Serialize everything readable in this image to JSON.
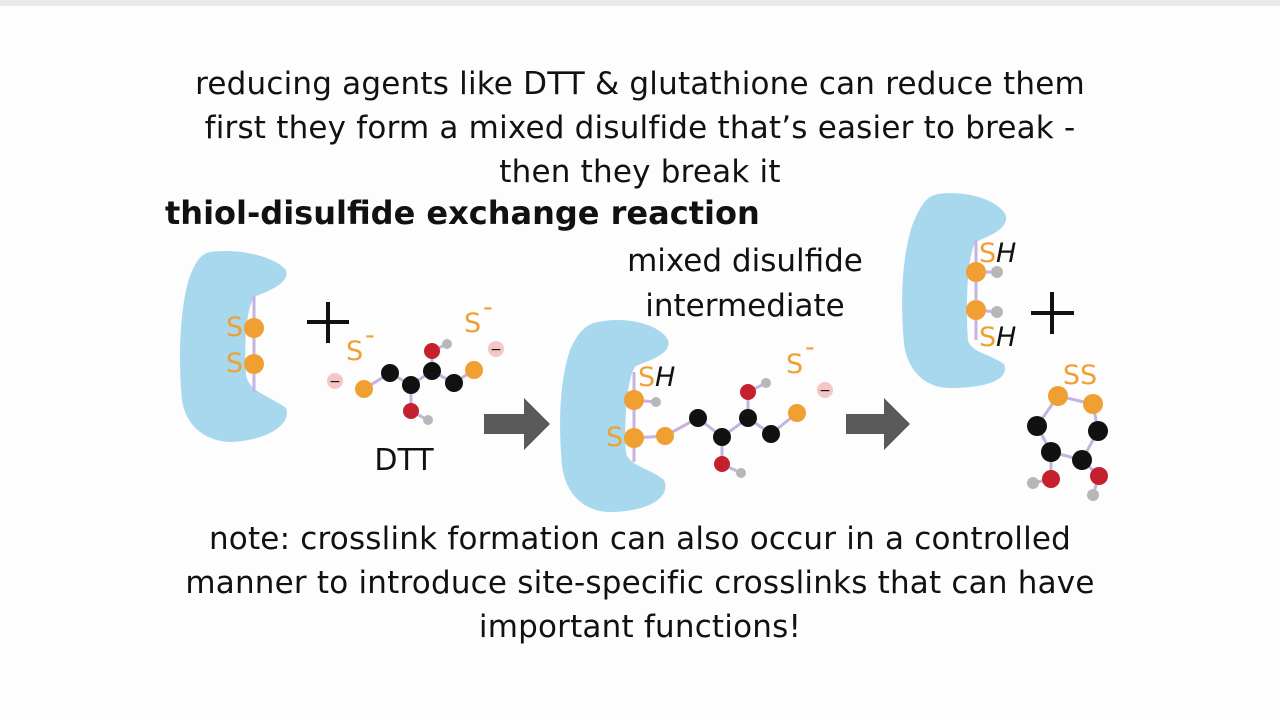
{
  "intro": {
    "lines": [
      "reducing agents like DTT & glutathione can reduce them",
      "first they form a mixed disulfide that’s easier to break -",
      "then they break it"
    ]
  },
  "heading": "thiol-disulfide exchange reaction",
  "diagram": {
    "dtt_label": "DTT",
    "intermediate_label": [
      "mixed disulfide",
      "intermediate"
    ],
    "plus": "+",
    "minus": "−",
    "sulfur": "S",
    "thiolate": "S",
    "thiolate_charge": "-",
    "thiol": "SH",
    "disulfide": "SS",
    "colors": {
      "protein": "#a8d8ee",
      "sulfur": "#f0a033",
      "carbon": "#111111",
      "oxygen": "#c4202e",
      "hydrogen": "#b7b7b7",
      "bond": "#c7b3e0",
      "negative_charge": "#f4c6c6",
      "arrow": "#595959"
    }
  },
  "note": {
    "lines": [
      "note: crosslink formation can also occur in a controlled",
      "manner to introduce site-specific crosslinks that can have",
      "important functions!"
    ]
  }
}
